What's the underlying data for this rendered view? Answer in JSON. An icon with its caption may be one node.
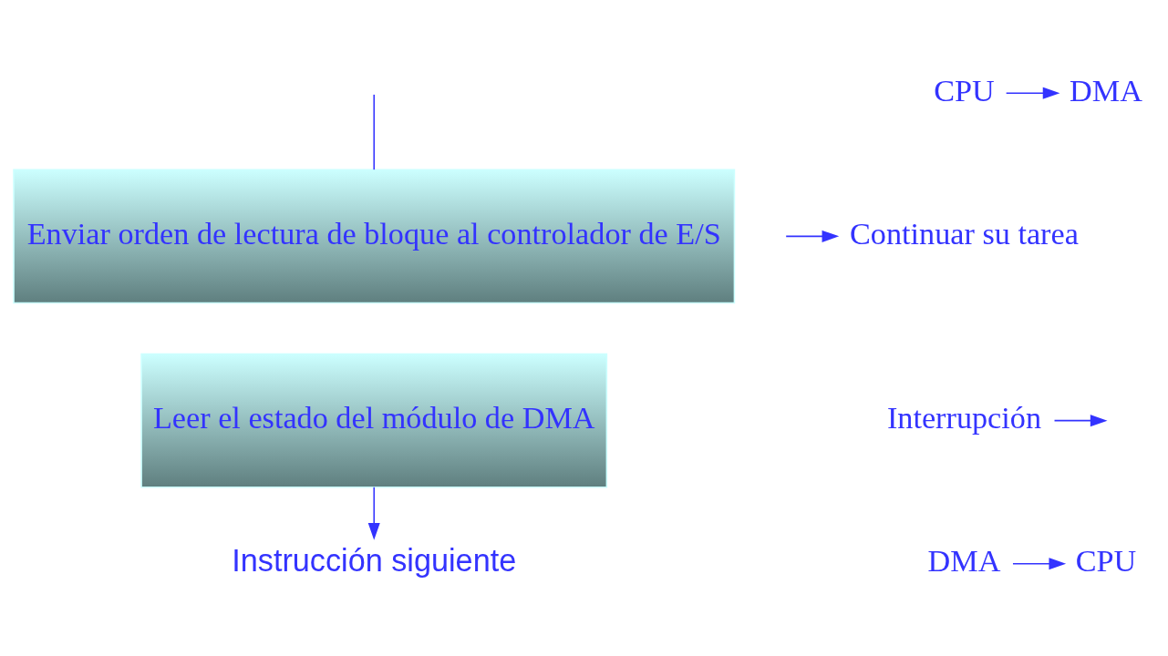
{
  "diagram": {
    "nodes": [
      {
        "text": [
          "Enviar orden de lectura de bloque al controlador de E/S"
        ]
      },
      {
        "text": [
          "Leer el estado del módulo de DMA"
        ]
      },
      {
        "text": [
          "Instrucción siguiente"
        ]
      },
      {
        "text": [
          "CPU"
        ]
      },
      {
        "text": [
          "DMA"
        ]
      },
      {
        "text": [
          "Continuar su tarea"
        ]
      },
      {
        "text": [
          "Interrupción"
        ]
      },
      {
        "text": [
          "DMA"
        ]
      },
      {
        "text": [
          "CPU"
        ]
      }
    ],
    "edges": [
      {
        "from": null,
        "to": 0,
        "arrow": "none"
      },
      {
        "from": 1,
        "to": 2,
        "arrow": "to"
      },
      {
        "from": 3,
        "to": 4,
        "arrow": "to"
      },
      {
        "from": null,
        "to": 5,
        "arrow": "to"
      },
      {
        "from": 6,
        "to": null,
        "arrow": "to"
      },
      {
        "from": 7,
        "to": 8,
        "arrow": "to"
      }
    ]
  }
}
